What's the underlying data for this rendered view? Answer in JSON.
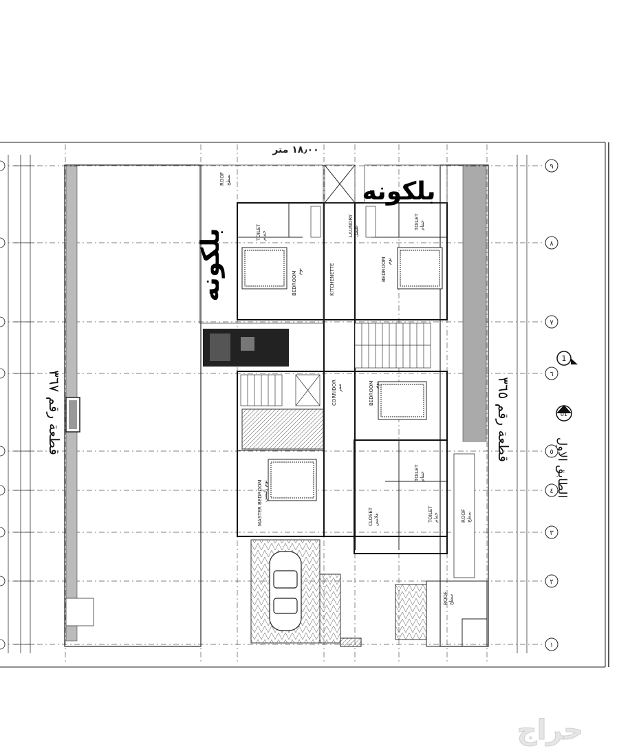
{
  "top_dimension": "١٨٫٠٠ متر",
  "balcony_label": "بلكونه",
  "plot_left_label": "قطعة رقم ٣٦٧",
  "plot_right_label": "قطعة رقم ٣٦٥",
  "floor_title": "الطابق الاول",
  "section_marker": "1",
  "view_marker": "01",
  "rooms": {
    "roof_a": "ROOF",
    "roof_a_ar": "سطح",
    "toilet_a": "TOILET",
    "toilet_a_ar": "حمام",
    "bedroom_a": "BEDROOM",
    "bedroom_a_ar": "نوم",
    "kitchenette": "KITCHENETTE",
    "laundry": "LAUNDRY",
    "laundry_ar": "غسيل",
    "toilet_b": "TOILET",
    "toilet_b_ar": "حمام",
    "bedroom_b": "BEDROOM",
    "bedroom_b_ar": "نوم",
    "corridor": "CORRIDOR",
    "corridor_ar": "ممر",
    "bedroom_c": "BEDROOM",
    "bedroom_c_ar": "نوم",
    "master_bedroom": "MASTER BEDROOM",
    "master_bedroom_ar": "نوم رئيسي",
    "toilet_c": "TOILET",
    "toilet_c_ar": "حمام",
    "closet": "CLOSET",
    "closet_ar": "ملابس",
    "toilet_d": "TOILET",
    "toilet_d_ar": "حمام",
    "roof_b": "ROOF",
    "roof_b_ar": "سطح",
    "roof_c": "ROOF",
    "roof_c_ar": "سطح"
  },
  "axis_labels_right": [
    "٩",
    "٨",
    "٧",
    "٦",
    "٥",
    "٤",
    "٣",
    "٢",
    "١"
  ],
  "watermark": "حراج"
}
